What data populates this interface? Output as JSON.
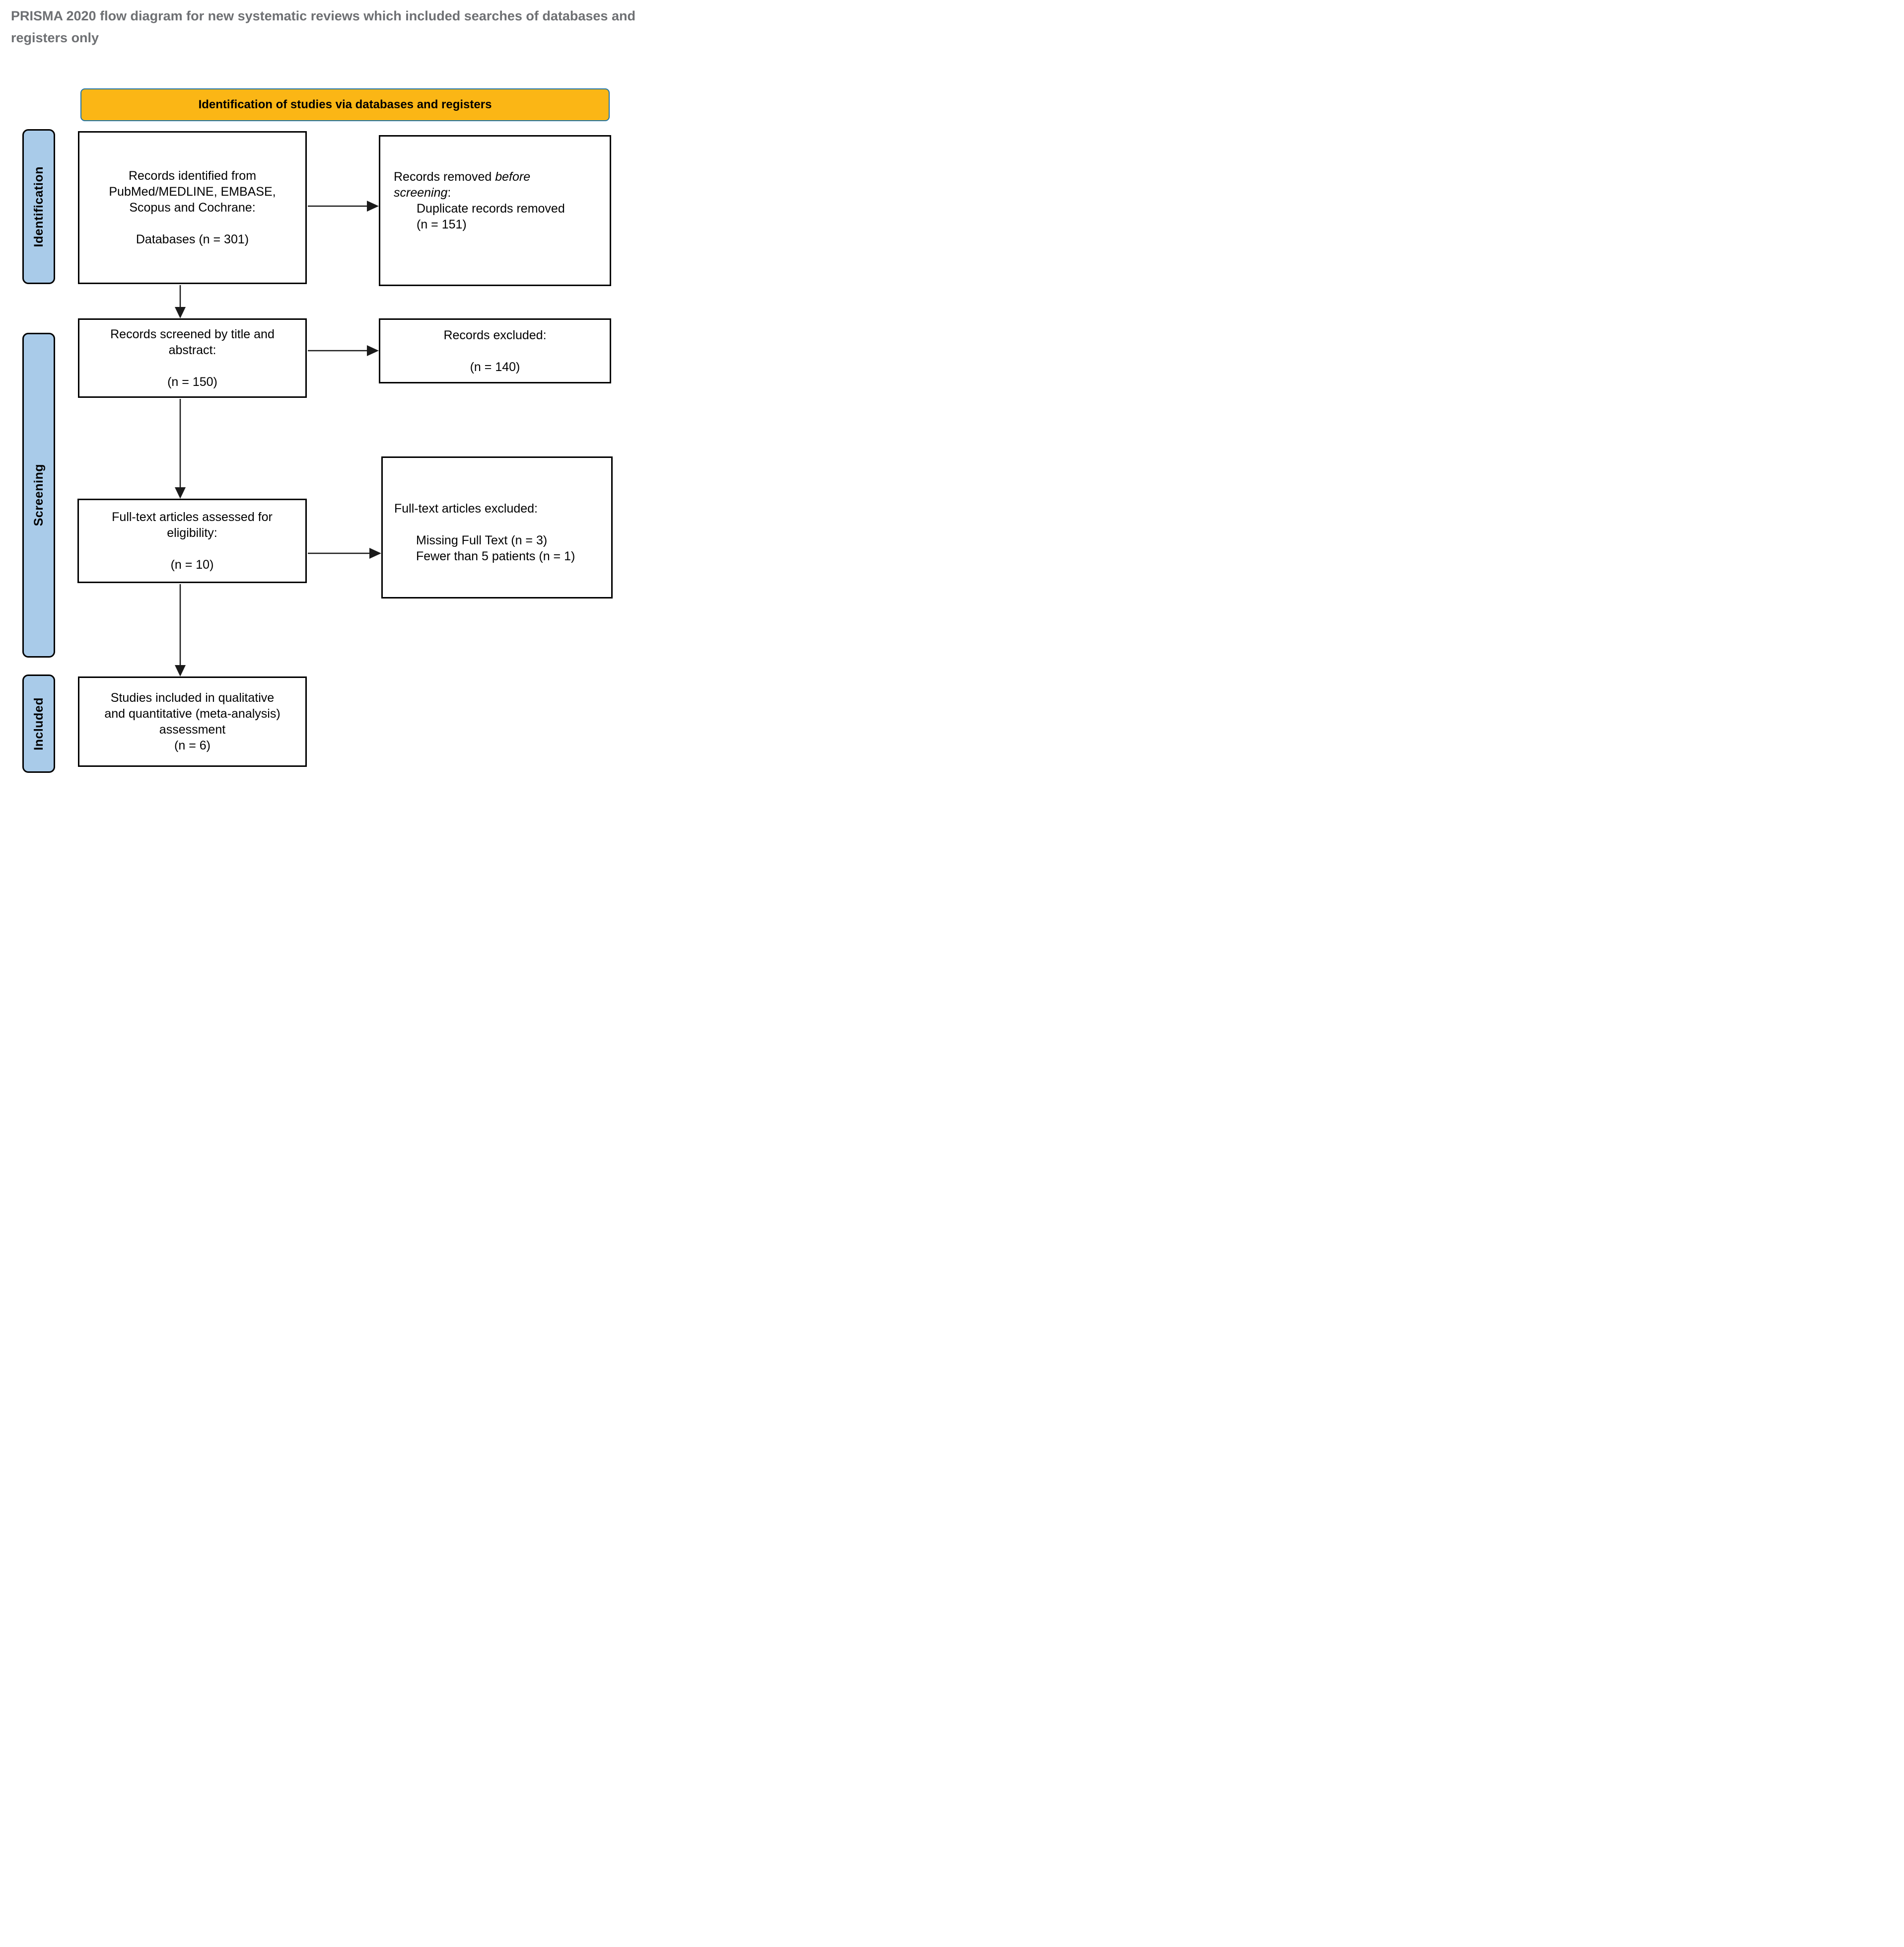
{
  "title": "PRISMA 2020 flow diagram for new systematic reviews which included searches of databases and\nregisters only",
  "banner": {
    "label": "Identification of studies via databases and registers"
  },
  "stages": {
    "identification": "Identification",
    "screening": "Screening",
    "included": "Included"
  },
  "boxes": {
    "records_identified": {
      "text": "Records identified from\nPubMed/MEDLINE, EMBASE,\nScopus and Cochrane:\n\nDatabases (n = 301)"
    },
    "records_removed": {
      "line1_prefix": "Records removed ",
      "line1_italic": "before",
      "line2_italic": "screening",
      "line2_suffix": ":",
      "detail": "Duplicate records removed\n(n = 151)"
    },
    "records_screened": {
      "text": "Records screened by title and\nabstract:\n\n(n = 150)"
    },
    "records_excluded": {
      "text": "Records excluded:\n\n(n = 140)"
    },
    "fulltext_assessed": {
      "text": "Full-text articles assessed for\neligibility:\n\n(n = 10)"
    },
    "fulltext_excluded": {
      "heading": "Full-text articles excluded:",
      "detail": "Missing Full Text (n = 3)\nFewer than 5 patients (n = 1)"
    },
    "studies_included": {
      "text": "Studies included in qualitative\nand quantitative (meta-analysis)\nassessment\n(n = 6)"
    }
  },
  "colors": {
    "banner_bg": "#FBB615",
    "banner_border": "#2175A8",
    "tab_bg": "#A9CBE9",
    "title_gray": "#6E7073"
  }
}
